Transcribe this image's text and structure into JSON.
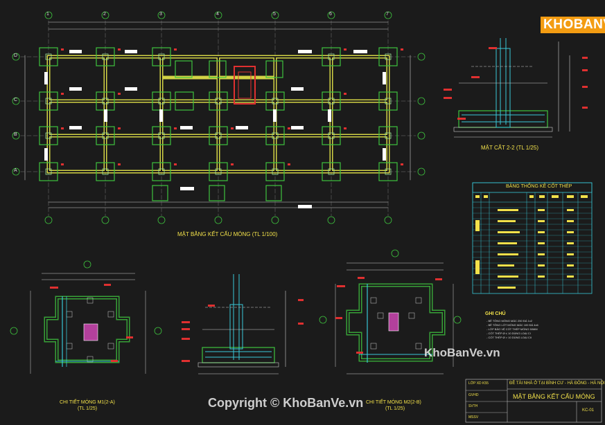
{
  "logo": {
    "text": "KHOBANVE"
  },
  "plan": {
    "title": "MẶT BẰNG KẾT CẤU MÓNG (TL 1/100)",
    "axes_cols": [
      "1",
      "2",
      "3",
      "4",
      "5",
      "6",
      "7"
    ],
    "axes_rows": [
      "D",
      "C",
      "B",
      "A"
    ]
  },
  "section": {
    "title": "MẶT CẮT 2-2 (TL 1/25)"
  },
  "table": {
    "title": "BẢNG THỐNG KÊ CỐT THÉP"
  },
  "notes": {
    "heading": "GHI CHÚ",
    "lines": [
      "- BÊ TÔNG MÓNG MÁC 250 ĐÁ 1x2",
      "- BÊ TÔNG LÓT MÓNG MÁC 100 ĐÁ 4x6",
      "- LỚP BẢO VỆ CỐT THÉP MÓNG 50MM",
      "- CỐT THÉP Ø ≤ 10 DÙNG LOẠI CI",
      "- CỐT THÉP Ø > 10 DÙNG LOẠI CII"
    ]
  },
  "detail_m1": {
    "title": "CHI TIẾT MÓNG M1(2-A)",
    "scale": "(TL 1/25)"
  },
  "detail_m2": {
    "title": "CHI TIẾT MÓNG M2(2-B)",
    "scale": "(TL 1/25)"
  },
  "titleblock": {
    "project": "ĐỀ TÀI NHÀ Ở TẠI BÌNH CƯ - HÀ ĐÔNG - HÀ NỘI",
    "drawing": "MẶT BẰNG KẾT CẤU MÓNG",
    "left_lines": [
      "LỚP XD K55",
      "GVHD",
      "SVTH",
      "MSSV"
    ],
    "sheet": "KC-01"
  },
  "watermark": {
    "site": "KhoBanVe.vn",
    "copyright": "Copyright © KhoBanVe.vn"
  }
}
